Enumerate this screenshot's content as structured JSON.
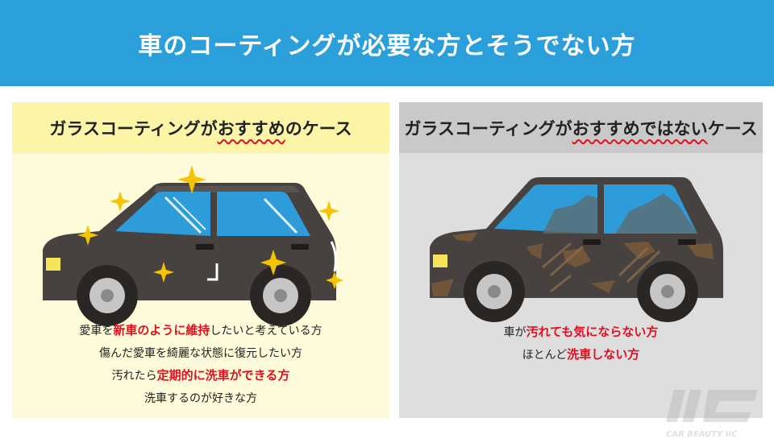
{
  "header": {
    "title": "車のコーティングが必要な方とそうでない方"
  },
  "left_panel": {
    "heading_pre": "ガラスコーティングが",
    "heading_emph": "おすすめ",
    "heading_post": "のケース",
    "lines": [
      {
        "a": "愛車を",
        "b": "新車のように維持",
        "c": "したいと考えている方"
      },
      {
        "a": "傷んだ愛車を綺麗な状態に復元したい方",
        "b": "",
        "c": ""
      },
      {
        "a": "汚れたら",
        "b": "定期的に洗車ができる方",
        "c": ""
      },
      {
        "a": "洗車するのが好きな方",
        "b": "",
        "c": ""
      }
    ]
  },
  "right_panel": {
    "heading_pre": "ガラスコーティングが",
    "heading_emph": "おすすめではない",
    "heading_post": "ケース",
    "lines": [
      {
        "a": "車が",
        "b": "汚れても気にならない方",
        "c": ""
      },
      {
        "a": "ほとんど",
        "b": "洗車しない方",
        "c": ""
      }
    ]
  },
  "watermark": {
    "text": "CAR BEAUTY IIC"
  },
  "colors": {
    "header": "#2b9fda",
    "accent": "#e01020",
    "left_bg": "#fdfbd9",
    "right_bg": "#dedede"
  }
}
